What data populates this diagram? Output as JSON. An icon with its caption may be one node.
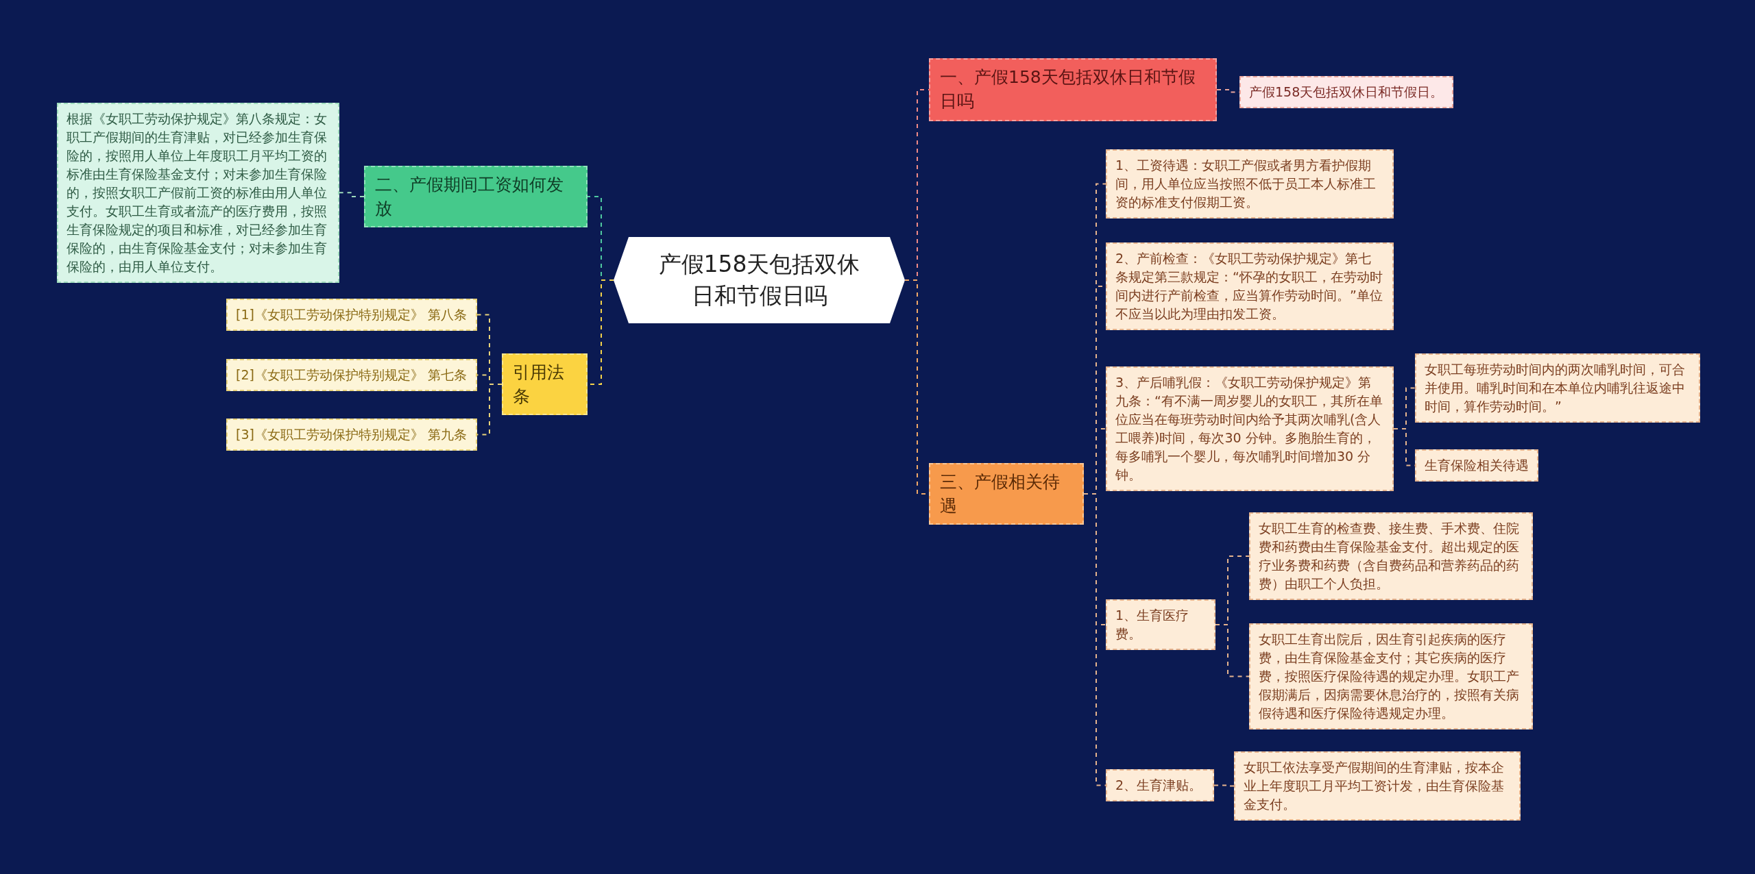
{
  "diagram": {
    "nodes": [
      {
        "text": [
          "产假158天包括双休日和节假日吗"
        ]
      },
      {
        "text": [
          "一、产假158天包括双休日和节假日吗"
        ]
      },
      {
        "text": [
          "产假158天包括双休日和节假日。"
        ]
      },
      {
        "text": [
          "三、产假相关待遇"
        ]
      },
      {
        "text": [
          "1、工资待遇：女职工产假或者男方看护假期间，用人单位应当按照不低于员工本人标准工资的标准支付假期工资。"
        ]
      },
      {
        "text": [
          "2、产前检查：《女职工劳动保护规定》第七条规定第三款规定：“怀孕的女职工，在劳动时间内进行产前检查，应当算作劳动时间。”单位不应当以此为理由扣发工资。"
        ]
      },
      {
        "text": [
          "3、产后哺乳假：《女职工劳动保护规定》第九条：“有不满一周岁婴儿的女职工，其所在单位应当在每班劳动时间内给予其两次哺乳(含人工喂养)时间，每次30 分钟。多胞胎生育的，每多哺乳一个婴儿，每次哺乳时间增加30 分钟。"
        ]
      },
      {
        "text": [
          "女职工每班劳动时间内的两次哺乳时间，可合并使用。哺乳时间和在本单位内哺乳往返途中时间，算作劳动时间。”"
        ]
      },
      {
        "text": [
          "生育保险相关待遇"
        ]
      },
      {
        "text": [
          "1、生育医疗费。"
        ]
      },
      {
        "text": [
          "女职工生育的检查费、接生费、手术费、住院费和药费由生育保险基金支付。超出规定的医疗业务费和药费（含自费药品和营养药品的药费）由职工个人负担。"
        ]
      },
      {
        "text": [
          "女职工生育出院后，因生育引起疾病的医疗费，由生育保险基金支付；其它疾病的医疗费，按照医疗保险待遇的规定办理。女职工产假期满后，因病需要休息治疗的，按照有关病假待遇和医疗保险待遇规定办理。"
        ]
      },
      {
        "text": [
          "2、生育津贴。"
        ]
      },
      {
        "text": [
          "女职工依法享受产假期间的生育津贴，按本企业上年度职工月平均工资计发，由生育保险基金支付。"
        ]
      },
      {
        "text": [
          "二、产假期间工资如何发放"
        ]
      },
      {
        "text": [
          "根据《女职工劳动保护规定》第八条规定：女职工产假期间的生育津贴，对已经参加生育保险的，按照用人单位上年度职工月平均工资的标准由生育保险基金支付；对未参加生育保险的，按照女职工产假前工资的标准由用人单位支付。女职工生育或者流产的医疗费用，按照生育保险规定的项目和标准，对已经参加生育保险的，由生育保险基金支付；对未参加生育保险的，由用人单位支付。"
        ]
      },
      {
        "text": [
          "引用法条"
        ]
      },
      {
        "text": [
          "[1]《女职工劳动保护特别规定》 第八条"
        ]
      },
      {
        "text": [
          "[2]《女职工劳动保护特别规定》 第七条"
        ]
      },
      {
        "text": [
          "[3]《女职工劳动保护特别规定》 第九条"
        ]
      }
    ],
    "edges": [
      {
        "from": 0,
        "to": 1,
        "arrow": "none",
        "style": "dashed",
        "color": "#f08a87"
      },
      {
        "from": 1,
        "to": 2,
        "arrow": "none",
        "style": "dashed",
        "color": "#e9a59c"
      },
      {
        "from": 0,
        "to": 3,
        "arrow": "none",
        "style": "dashed",
        "color": "#f0a868"
      },
      {
        "from": 3,
        "to": 4,
        "arrow": "none",
        "style": "dashed",
        "color": "#e6b48e"
      },
      {
        "from": 3,
        "to": 5,
        "arrow": "none",
        "style": "dashed",
        "color": "#e6b48e"
      },
      {
        "from": 3,
        "to": 6,
        "arrow": "none",
        "style": "dashed",
        "color": "#e6b48e"
      },
      {
        "from": 6,
        "to": 7,
        "arrow": "none",
        "style": "dashed",
        "color": "#e6b48e"
      },
      {
        "from": 6,
        "to": 8,
        "arrow": "none",
        "style": "dashed",
        "color": "#e6b48e"
      },
      {
        "from": 3,
        "to": 9,
        "arrow": "none",
        "style": "dashed",
        "color": "#e6b48e"
      },
      {
        "from": 9,
        "to": 10,
        "arrow": "none",
        "style": "dashed",
        "color": "#e6b48e"
      },
      {
        "from": 9,
        "to": 11,
        "arrow": "none",
        "style": "dashed",
        "color": "#e6b48e"
      },
      {
        "from": 3,
        "to": 12,
        "arrow": "none",
        "style": "dashed",
        "color": "#e6b48e"
      },
      {
        "from": 12,
        "to": 13,
        "arrow": "none",
        "style": "dashed",
        "color": "#e6b48e"
      },
      {
        "from": 0,
        "to": 14,
        "arrow": "none",
        "style": "dashed",
        "color": "#4fc9a0"
      },
      {
        "from": 14,
        "to": 15,
        "arrow": "none",
        "style": "dashed",
        "color": "#9fdcbc"
      },
      {
        "from": 0,
        "to": 16,
        "arrow": "none",
        "style": "dashed",
        "color": "#f5d34a"
      },
      {
        "from": 16,
        "to": 17,
        "arrow": "none",
        "style": "dashed",
        "color": "#e8d27a"
      },
      {
        "from": 16,
        "to": 18,
        "arrow": "none",
        "style": "dashed",
        "color": "#e8d27a"
      },
      {
        "from": 16,
        "to": 19,
        "arrow": "none",
        "style": "dashed",
        "color": "#e8d27a"
      }
    ]
  }
}
